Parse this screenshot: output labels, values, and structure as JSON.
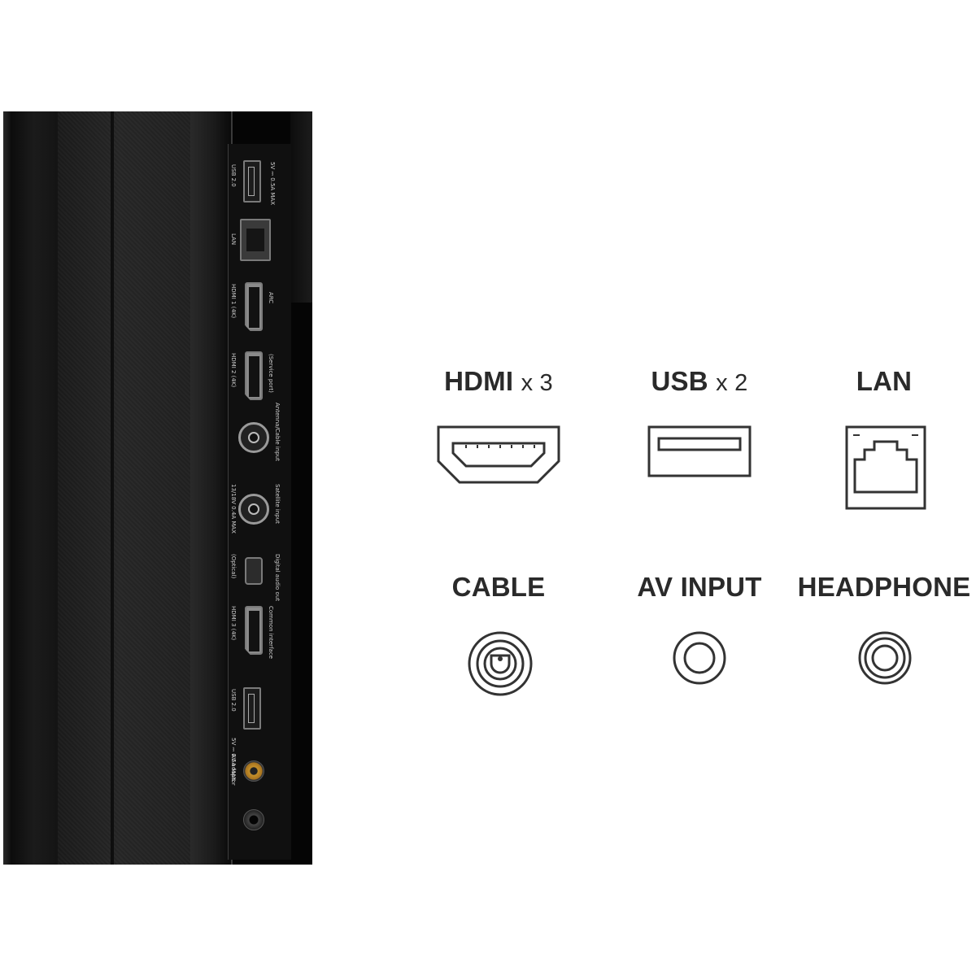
{
  "photo": {
    "alt": "",
    "labels": {
      "usb1": "USB 2.0",
      "usb1_rating": "5V ⎓ 0.5A MAX",
      "lan": "LAN",
      "hdmi1": "HDMI 1 (4K)",
      "hdmi1_sub": "ARC",
      "hdmi2": "HDMI 2 (4K)",
      "hdmi2_sub": "(Service port)",
      "antenna": "Antenna/Cable input",
      "satellite": "Satellite input",
      "satellite_rating": "13/18V  0.4A MAX",
      "optical": "Digital audio out",
      "optical_sub": "(Optical)",
      "hdmi3": "HDMI 3 (4K)",
      "ci": "Common interface",
      "usb2": "USB 2.0",
      "usb2_rating": "5V ⎓ 0.5A MAX",
      "av": "AV adaptor"
    }
  },
  "ports": [
    {
      "id": "hdmi",
      "label": "HDMI",
      "multiplier": "x 3",
      "icon": "hdmi-icon"
    },
    {
      "id": "usb",
      "label": "USB",
      "multiplier": "x 2",
      "icon": "usb-icon"
    },
    {
      "id": "lan",
      "label": "LAN",
      "multiplier": "",
      "icon": "lan-icon"
    },
    {
      "id": "cable",
      "label": "CABLE",
      "multiplier": "",
      "icon": "cable-icon"
    },
    {
      "id": "av",
      "label": "AV INPUT",
      "multiplier": "",
      "icon": "av-input-icon"
    },
    {
      "id": "headphone",
      "label": "HEADPHONE",
      "multiplier": "",
      "icon": "headphone-icon"
    }
  ],
  "colors": {
    "text": "#2a2a2a",
    "icon_stroke": "#333333",
    "background": "#ffffff"
  }
}
